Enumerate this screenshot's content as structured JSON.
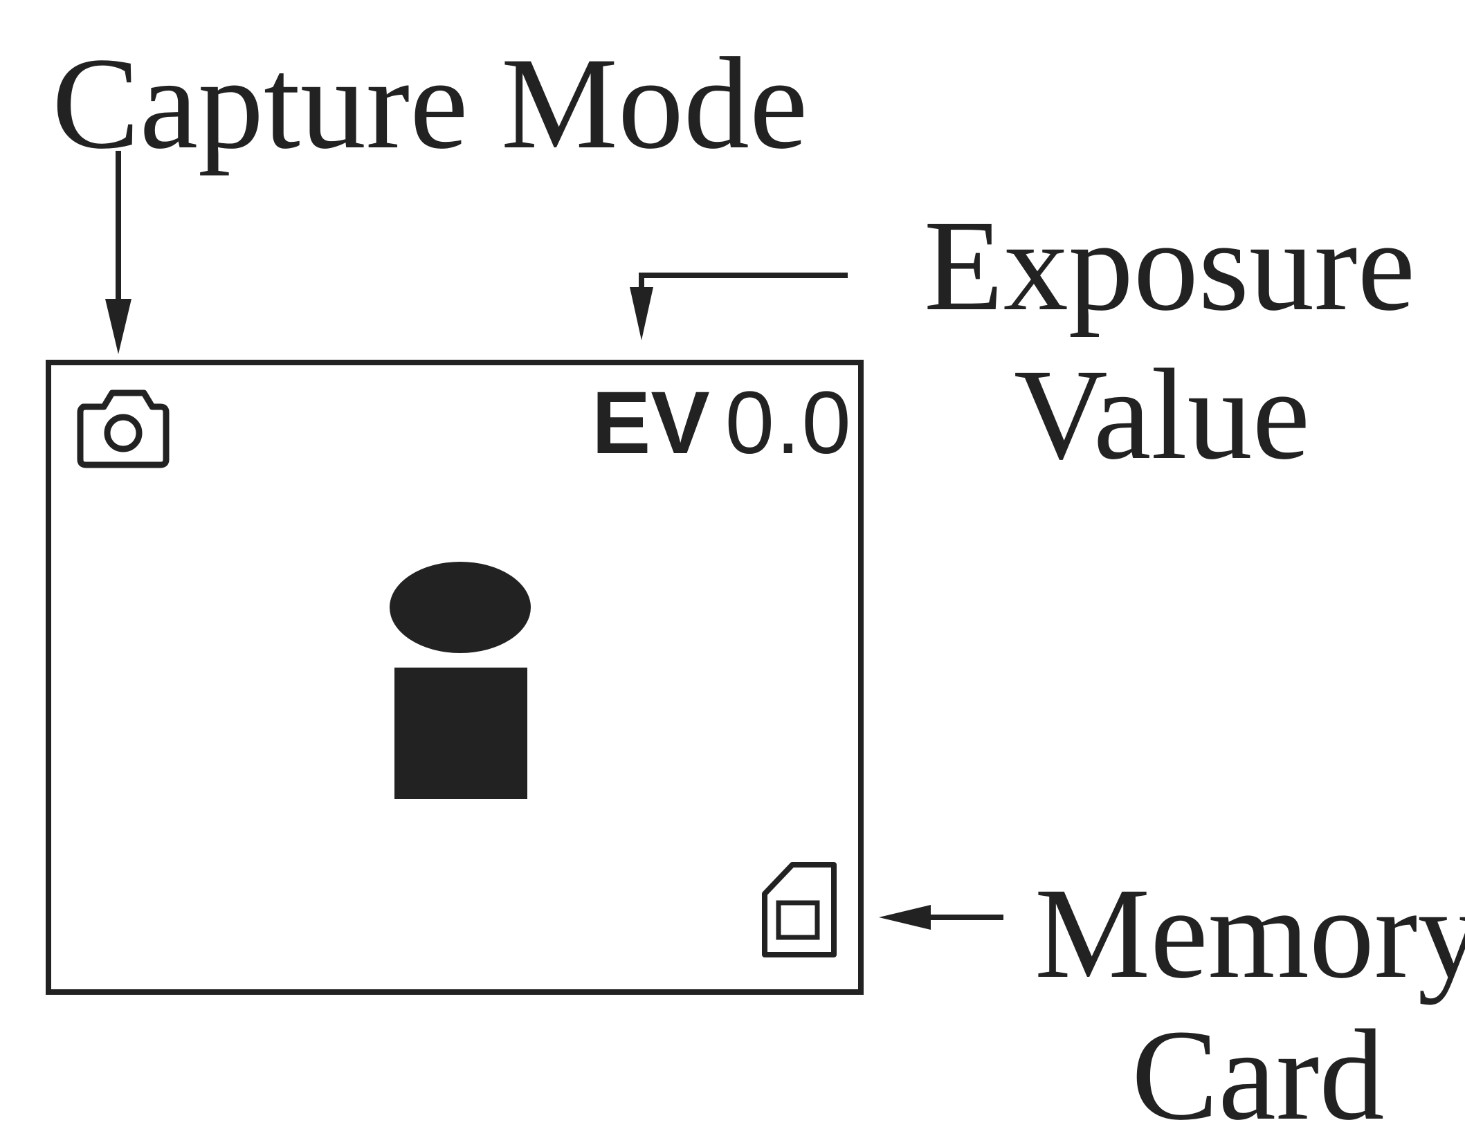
{
  "callouts": {
    "capture_mode": "Capture Mode",
    "exposure_value_line1": "Exposure",
    "exposure_value_line2": "Value",
    "memory_card_line1": "Memory",
    "memory_card_line2": "Card"
  },
  "screen": {
    "ev_label": "EV",
    "ev_value": "0.0",
    "icons": [
      "camera-icon",
      "person-icon",
      "memory-card-icon"
    ]
  }
}
